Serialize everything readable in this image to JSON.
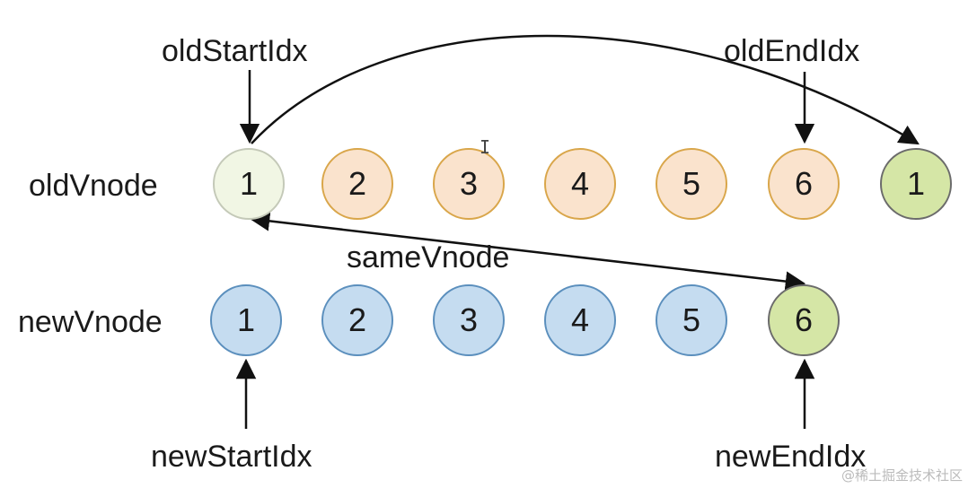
{
  "labels": {
    "old_row": "oldVnode",
    "new_row": "newVnode",
    "old_start": "oldStartIdx",
    "old_end": "oldEndIdx",
    "new_start": "newStartIdx",
    "new_end": "newEndIdx",
    "same_vnode": "sameVnode"
  },
  "old_nodes": [
    "1",
    "2",
    "3",
    "4",
    "5",
    "6"
  ],
  "moved_node": "1",
  "new_nodes": [
    "1",
    "2",
    "3",
    "4",
    "5",
    "6"
  ],
  "colors": {
    "old_fill": "#fae3cd",
    "new_fill": "#c5dcf0",
    "matched_fill": "#d5e6a6",
    "faded_fill": "#f1f6e4",
    "arrow": "#111111"
  },
  "watermark": "@稀土掘金技术社区"
}
